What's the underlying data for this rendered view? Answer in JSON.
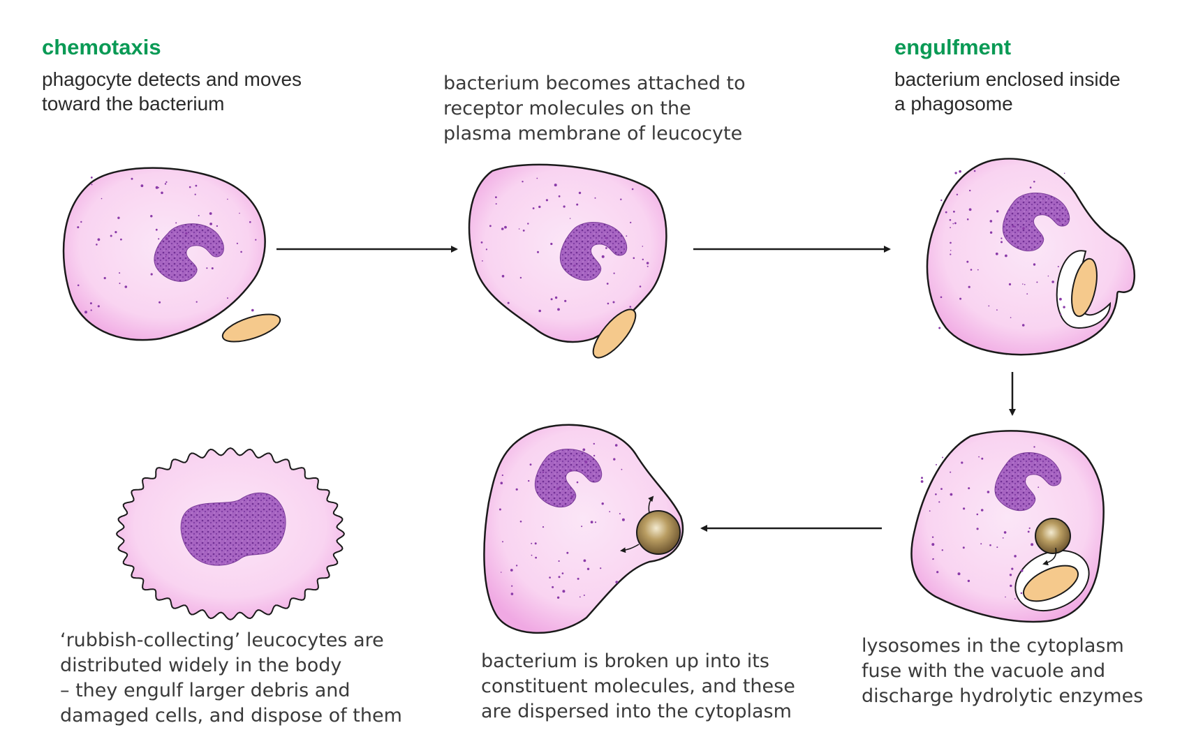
{
  "stages": {
    "chemotaxis": {
      "heading": "chemotaxis",
      "text": "phagocyte detects and moves\ntoward the bacterium"
    },
    "attachment": {
      "text": "bacterium becomes attached to\nreceptor molecules on the\nplasma membrane of leucocyte"
    },
    "engulfment": {
      "heading": "engulfment",
      "text": "bacterium enclosed inside\na phagosome"
    },
    "lysosome": {
      "text": "lysosomes in the cytoplasm\nfuse with the vacuole and\ndischarge hydrolytic enzymes"
    },
    "digestion": {
      "text": "bacterium is broken up into its\nconstituent molecules, and these\nare dispersed into the cytoplasm"
    },
    "rubbish": {
      "text": "‘rubbish-collecting’ leucocytes are\ndistributed widely in the body\n– they engulf larger debris and\ndamaged cells, and dispose of them"
    }
  },
  "colors": {
    "heading": "#0a9a55",
    "cytoplasm": "#f7c6ef",
    "nucleus": "#9b4fb5",
    "bacterium": "#f5c98c",
    "lysosome": "#9a8050"
  }
}
